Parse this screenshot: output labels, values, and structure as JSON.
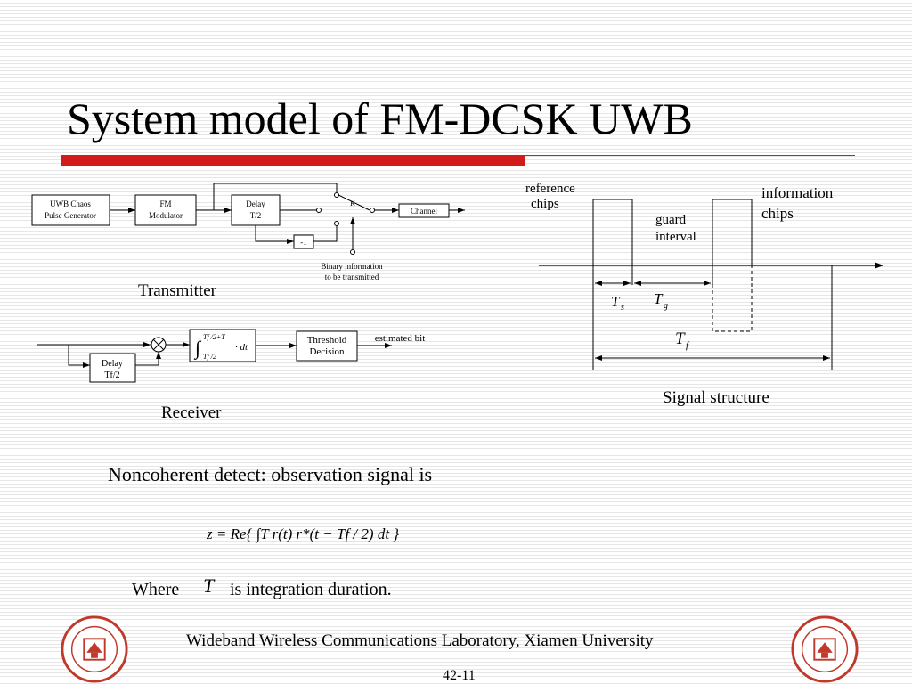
{
  "title": "System model of FM-DCSK UWB",
  "transmitter": {
    "block_chaos": [
      "UWB Chaos",
      "Pulse Generator"
    ],
    "block_fm": [
      "FM",
      "Modulator"
    ],
    "block_delay": [
      "Delay",
      "T/2"
    ],
    "block_channel": "Channel",
    "block_neg": "-1",
    "switch_label": "K",
    "binary_note": [
      "Binary information",
      "to be transmitted"
    ],
    "label": "Transmitter"
  },
  "receiver": {
    "block_delay": [
      "Delay",
      "Tf/2"
    ],
    "integral_upper": "Tf /2+T",
    "integral_lower": "Tf /2",
    "integral_body": "· dt",
    "block_threshold": [
      "Threshold",
      "Decision"
    ],
    "output_label": "estimated bit",
    "label": "Receiver"
  },
  "signal_structure": {
    "reference_label": [
      "reference",
      "chips"
    ],
    "information_label": [
      "information",
      "chips"
    ],
    "guard_label": [
      "guard",
      "interval"
    ],
    "ts_label": "T",
    "ts_sub": "s",
    "tg_label": "T",
    "tg_sub": "g",
    "tf_label": "T",
    "tf_sub": "f",
    "caption": "Signal structure"
  },
  "noncoherent_text": "Noncoherent detect: observation signal is",
  "formula": "z = Re{ ∫T r(t) r*(t − Tf / 2) dt }",
  "where": {
    "prefix": "Where",
    "symbol": "T",
    "suffix": "is integration duration."
  },
  "footer": {
    "text": "Wideband Wireless Communications Laboratory, Xiamen University",
    "page": "42-11"
  },
  "colors": {
    "accent": "#d21c1c",
    "seal": "#c0392b"
  }
}
